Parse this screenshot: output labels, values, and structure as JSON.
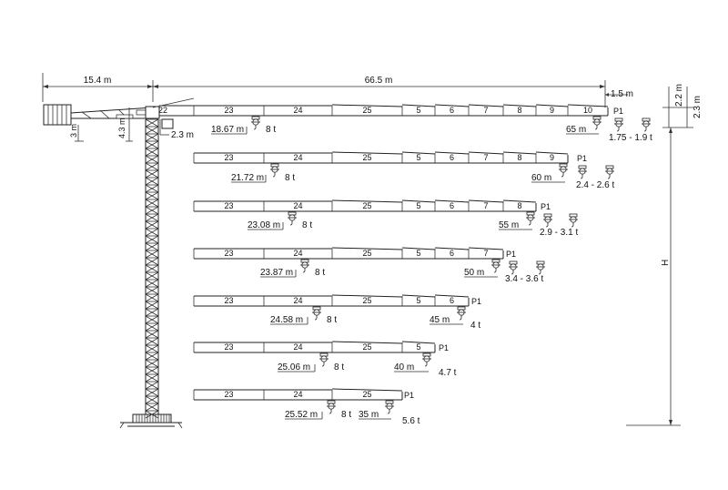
{
  "dimensions": {
    "counter_jib_length": "15.4 m",
    "jib_length": "66.5 m",
    "jib_tip_height": "1.5 m",
    "top_height_1": "2.2 m",
    "top_height_2": "2.3 m",
    "counterweight_height": "3 m",
    "mast_head_height": "4.3 m",
    "cab_offset": "2.3 m",
    "hook_height": "H"
  },
  "jib_configs": [
    {
      "segments": [
        "23",
        "24",
        "25",
        "5",
        "6",
        "7",
        "8",
        "9",
        "10"
      ],
      "tip_label": "P1",
      "near_radius": "18.67 m",
      "near_load": "8 t",
      "far_radius": "65 m",
      "tip_load": "1.75 - 1.9 t"
    },
    {
      "segments": [
        "23",
        "24",
        "25",
        "5",
        "6",
        "7",
        "8",
        "9"
      ],
      "tip_label": "P1",
      "near_radius": "21.72 m",
      "near_load": "8 t",
      "far_radius": "60 m",
      "tip_load": "2.4 - 2.6 t"
    },
    {
      "segments": [
        "23",
        "24",
        "25",
        "5",
        "6",
        "7",
        "8"
      ],
      "tip_label": "P1",
      "near_radius": "23.08 m",
      "near_load": "8 t",
      "far_radius": "55 m",
      "tip_load": "2.9 - 3.1 t"
    },
    {
      "segments": [
        "23",
        "24",
        "25",
        "5",
        "6",
        "7"
      ],
      "tip_label": "P1",
      "near_radius": "23.87 m",
      "near_load": "8 t",
      "far_radius": "50 m",
      "tip_load": "3.4 - 3.6 t"
    },
    {
      "segments": [
        "23",
        "24",
        "25",
        "5",
        "6"
      ],
      "tip_label": "P1",
      "near_radius": "24.58 m",
      "near_load": "8 t",
      "far_radius": "45 m",
      "tip_load": "4 t"
    },
    {
      "segments": [
        "23",
        "24",
        "25",
        "5"
      ],
      "tip_label": "P1",
      "near_radius": "25.06 m",
      "near_load": "8 t",
      "far_radius": "40 m",
      "tip_load": "4.7 t"
    },
    {
      "segments": [
        "23",
        "24",
        "25"
      ],
      "tip_label": "P1",
      "near_radius": "25.52 m",
      "near_load": "8 t",
      "far_radius": "35 m",
      "tip_load": "5.6 t"
    }
  ],
  "mast_head_segment": "22",
  "hook_icon": "trolley-hook-icon"
}
